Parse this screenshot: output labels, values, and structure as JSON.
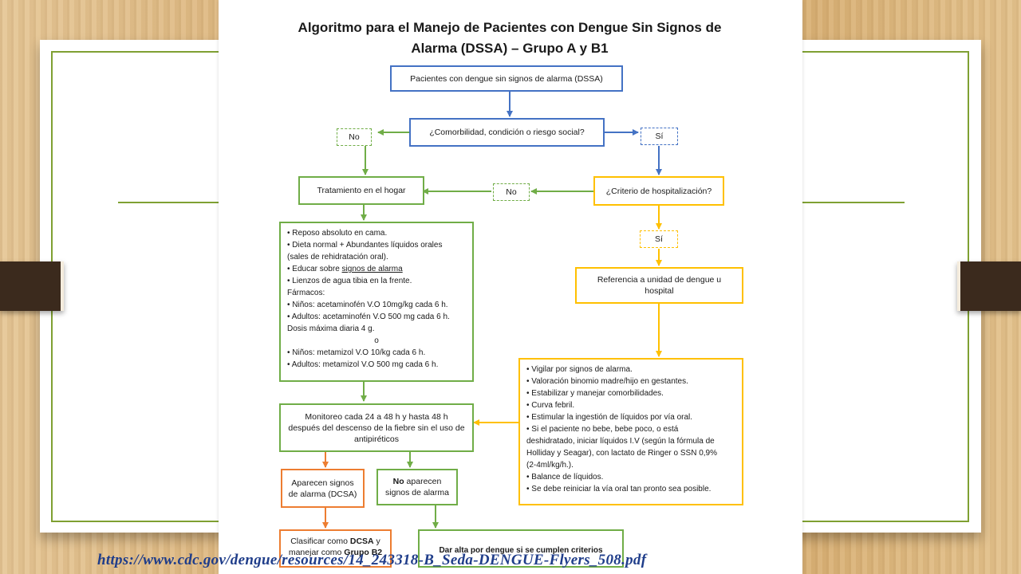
{
  "title_line1": "Algoritmo para el Manejo de Pacientes con Dengue Sin Signos de",
  "title_line2": "Alarma (DSSA) – Grupo A y B1",
  "nodes": {
    "start": "Pacientes con dengue sin signos de alarma (DSSA)",
    "comorbidity": "¿Comorbilidad, condición o riesgo social?",
    "no1": "No",
    "si1": "Sí",
    "home": "Tratamiento en el hogar",
    "no2": "No",
    "hosp_criteria": "¿Criterio de hospitalización?",
    "si2": "Sí",
    "referral_l1": "Referencia a unidad de dengue u",
    "referral_l2": "hospital",
    "monitor_l1": "Monitoreo cada 24 a 48 h y hasta 48 h",
    "monitor_l2": "después del descenso de la fiebre sin el uso de",
    "monitor_l3": "antipiréticos",
    "signs_l1": "Aparecen signos",
    "signs_l2": "de alarma (DCSA)",
    "nosigns_bold": "No",
    "nosigns_l1": " aparecen",
    "nosigns_l2": "signos de alarma",
    "classify_a": "Clasificar como ",
    "classify_b": "DCSA",
    "classify_c": " y",
    "classify_d": "manejar como ",
    "classify_e": "Grupo B2",
    "discharge": "Dar alta por dengue si se cumplen criterios"
  },
  "home_care": {
    "l1": "• Reposo absoluto en cama.",
    "l2": "• Dieta normal + Abundantes líquidos orales",
    "l3": "(sales de rehidratación oral).",
    "l4a": "• Educar sobre ",
    "l4b": "signos de alarma",
    "l5": "• Lienzos de agua tibia en la frente.",
    "l6": "Fármacos:",
    "l7": "• Niños: acetaminofén V.O 10mg/kg cada 6 h.",
    "l8": "• Adultos: acetaminofén V.O 500 mg cada 6 h.",
    "l9": "Dosis máxima diaria 4 g.",
    "l10": "o",
    "l11": "• Niños: metamizol V.O 10/kg cada 6 h.",
    "l12": "• Adultos: metamizol V.O 500 mg cada 6 h."
  },
  "hospital_care": {
    "l1": "• Vigilar por signos de alarma.",
    "l2": "• Valoración binomio madre/hijo en gestantes.",
    "l3": "• Estabilizar y manejar comorbilidades.",
    "l4": "• Curva febril.",
    "l5": "• Estimular la ingestión de líquidos por vía oral.",
    "l6": "• Si el paciente no bebe, bebe poco, o está",
    "l7": "deshidratado, iniciar líquidos I.V (según la fórmula de",
    "l8": "Holliday y Seagar), con lactato de Ringer o SSN 0,9%",
    "l9": "(2-4ml/kg/h.).",
    "l10": "• Balance de líquidos.",
    "l11": "• Se debe reiniciar la vía oral tan pronto sea posible."
  },
  "source_url": "https://www.cdc.gov/dengue/resources/14_243318-B_Seda-DENGUE-Flyers_508.pdf",
  "colors": {
    "blue": "#4472c4",
    "green": "#70ad47",
    "yellow": "#ffc000",
    "orange": "#ed7d31",
    "source_link": "#1f3d8a"
  }
}
